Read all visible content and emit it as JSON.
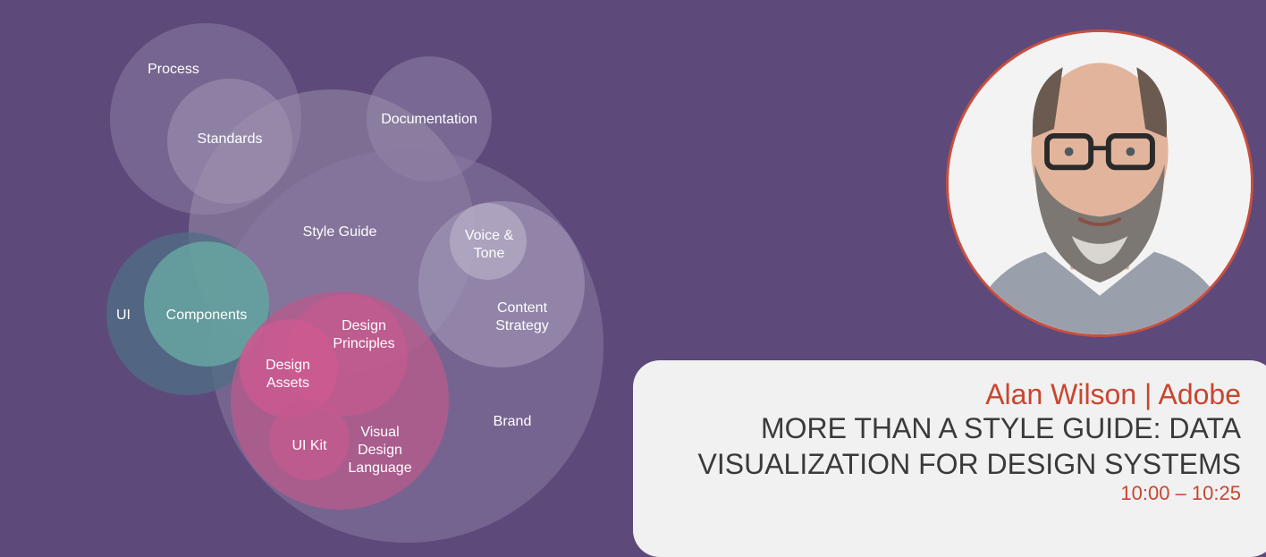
{
  "diagram": {
    "circles": [
      {
        "id": "process",
        "label": "Process",
        "color": "#8a7ba2"
      },
      {
        "id": "standards",
        "label": "Standards",
        "color": "#a296b5"
      },
      {
        "id": "documentation",
        "label": "Documentation",
        "color": "#8f81a7"
      },
      {
        "id": "style-guide",
        "label": "Style Guide",
        "color": "#9d92ae"
      },
      {
        "id": "brand",
        "label": "Brand",
        "color": "#8a7aa3"
      },
      {
        "id": "content-strategy",
        "label": "Content\nStrategy",
        "color": "#a89ebb"
      },
      {
        "id": "voice-tone",
        "label": "Voice &\nTone",
        "color": "#bfb6cc"
      },
      {
        "id": "ui",
        "label": "UI",
        "color": "#4f6f86"
      },
      {
        "id": "components",
        "label": "Components",
        "color": "#69a9a2"
      },
      {
        "id": "visual-design-language",
        "label": "Visual\nDesign\nLanguage",
        "color": "#b55b8c"
      },
      {
        "id": "design-principles",
        "label": "Design\nPrinciples",
        "color": "#c45a8f"
      },
      {
        "id": "design-assets",
        "label": "Design\nAssets",
        "color": "#d05a91"
      },
      {
        "id": "ui-kit",
        "label": "UI Kit",
        "color": "#c45a8f"
      }
    ]
  },
  "card": {
    "speaker": "Alan Wilson | Adobe",
    "title_line1": "MORE THAN A STYLE GUIDE: DATA",
    "title_line2": "VISUALIZATION FOR DESIGN SYSTEMS",
    "time": "10:00 – 10:25"
  },
  "colors": {
    "background": "#5d4a7b",
    "accent": "#c8462f",
    "card": "#f1f1f1"
  }
}
